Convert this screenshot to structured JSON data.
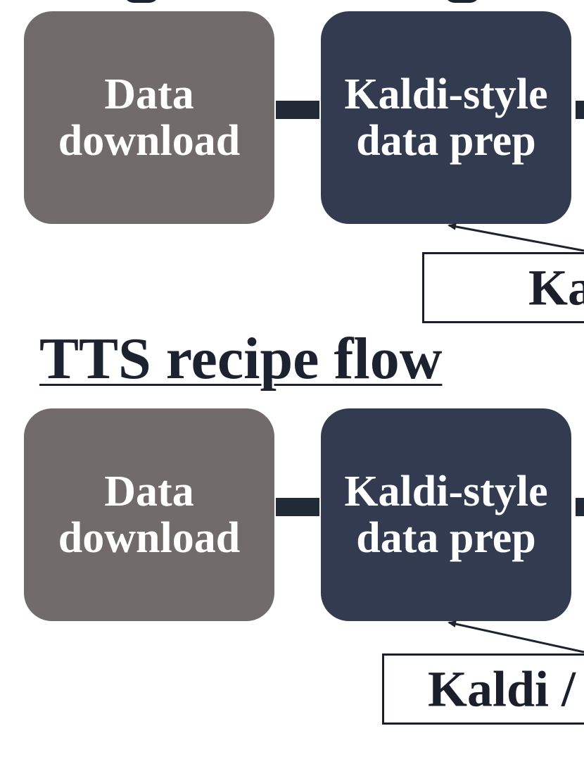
{
  "flows": [
    {
      "title": "",
      "steps": [
        {
          "label": "Data\ndownload",
          "color": "#716b6b"
        },
        {
          "label": "Kaldi-style\ndata prep",
          "color": "#323b4f"
        }
      ],
      "callout": "Ka"
    },
    {
      "title": "TTS recipe flow",
      "steps": [
        {
          "label": "Data\ndownload",
          "color": "#716b6b"
        },
        {
          "label": "Kaldi-style\ndata prep",
          "color": "#323b4f"
        }
      ],
      "callout": "Kaldi /"
    }
  ],
  "colors": {
    "text_dark": "#1d2230",
    "connector": "#222a38"
  }
}
